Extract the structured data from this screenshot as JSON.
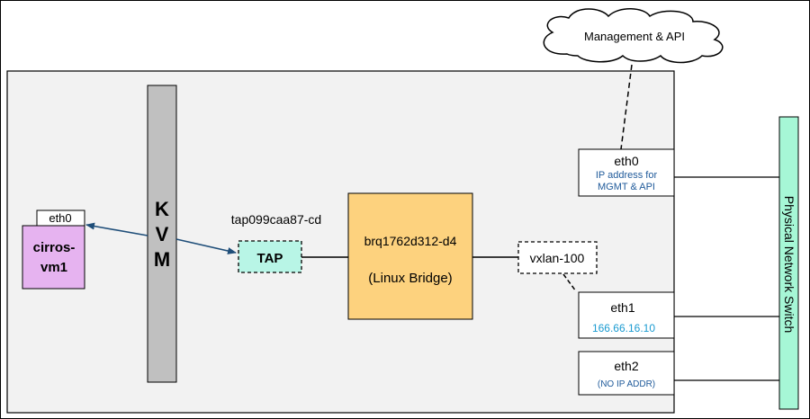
{
  "cloud": {
    "label": "Management & API"
  },
  "kvm": {
    "letters": [
      "K",
      "V",
      "M"
    ]
  },
  "vm": {
    "name_line1": "cirros-",
    "name_line2": "vm1",
    "nic": "eth0"
  },
  "tap": {
    "name": "tap099caa87-cd",
    "label": "TAP"
  },
  "bridge": {
    "name": "brq1762d312-d4",
    "type": "(Linux Bridge)"
  },
  "vxlan": {
    "label": "vxlan-100"
  },
  "nics": {
    "eth0": {
      "name": "eth0",
      "desc_line1": "IP address for",
      "desc_line2": "MGMT & API"
    },
    "eth1": {
      "name": "eth1",
      "ip": "166.66.16.10"
    },
    "eth2": {
      "name": "eth2",
      "desc": "(NO IP ADDR)"
    }
  },
  "switch": {
    "label": "Physical Network Switch"
  },
  "colors": {
    "host_bg": "#f2f2f2",
    "kvm": "#c0c0c0",
    "vm": "#e6b3f0",
    "tap": "#b8f5e6",
    "bridge": "#fdd27e",
    "switch": "#a6f7d6",
    "link_blue": "#1f4e79",
    "nic_text_blue": "#1f5a9a",
    "ip_cyan": "#1b9bd1"
  }
}
